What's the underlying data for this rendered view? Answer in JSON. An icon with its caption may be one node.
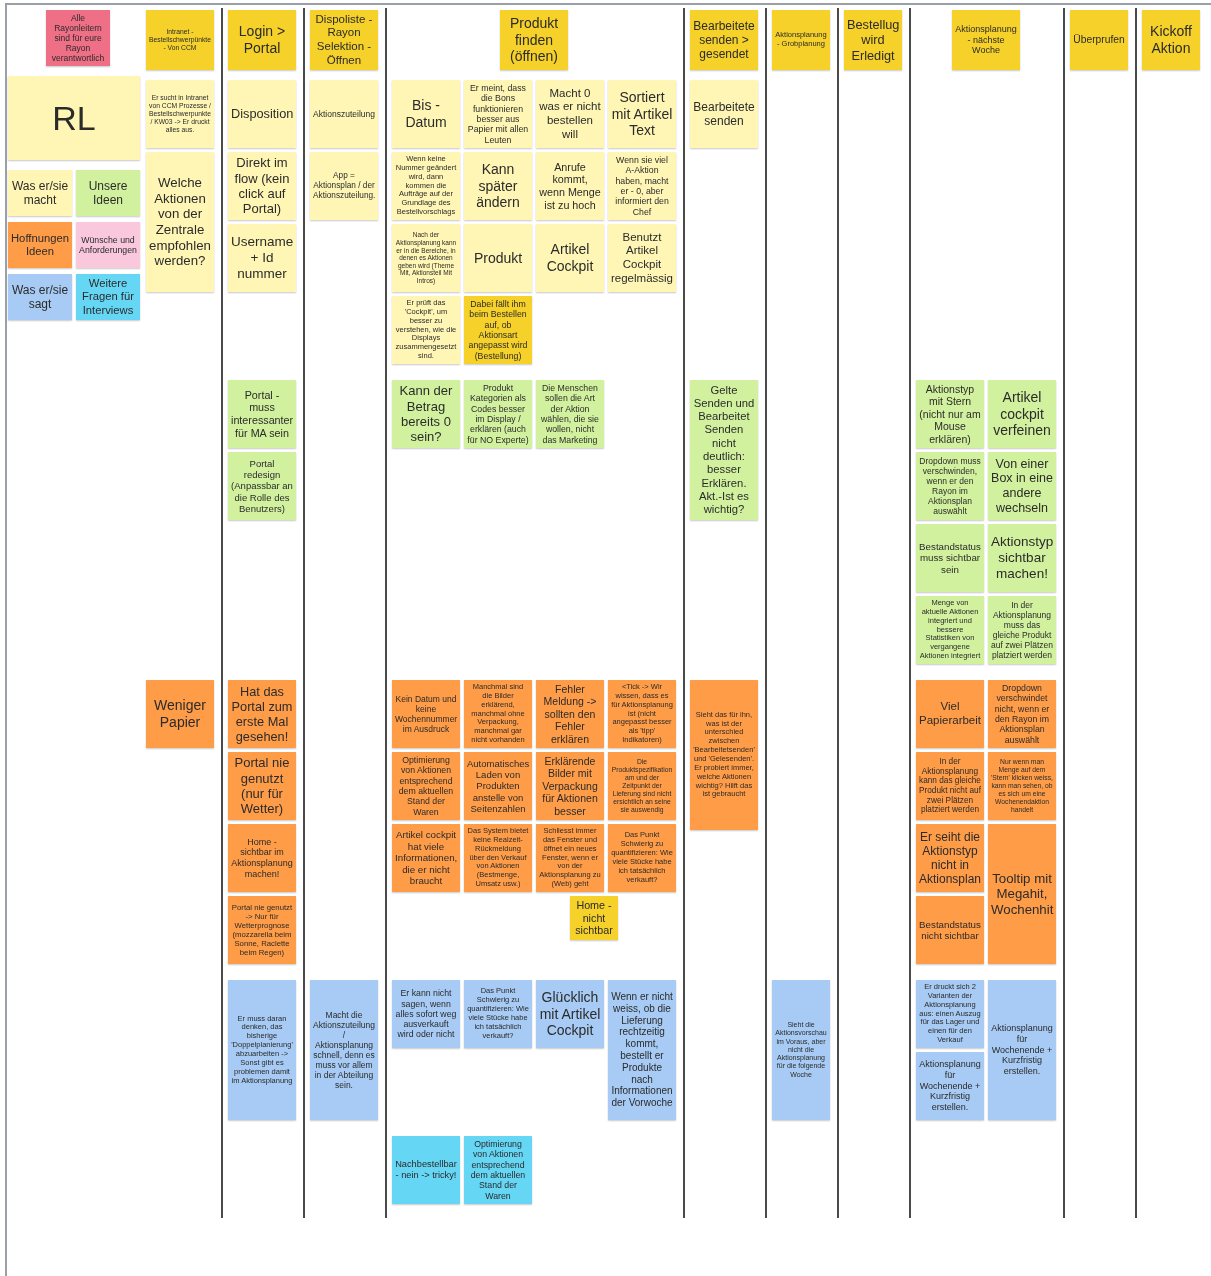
{
  "diagram": {
    "nodes": [
      {
        "text": [
          "Alle Rayonleitern sind für eure Rayon verantwortlich"
        ]
      },
      {
        "text": [
          "RL"
        ]
      },
      {
        "text": [
          "Was er/sie macht"
        ]
      },
      {
        "text": [
          "Unsere Ideen"
        ]
      },
      {
        "text": [
          "Hoffnungen Ideen"
        ]
      },
      {
        "text": [
          "Wünsche und Anforderungen"
        ]
      },
      {
        "text": [
          "Was er/sie sagt"
        ]
      },
      {
        "text": [
          "Weitere Fragen für Interviews"
        ]
      },
      {
        "text": [
          "Intranet - Bestellschwerpünkte - Von CCM"
        ]
      },
      {
        "text": [
          "Er sucht in Intranet von CCM Prozesse / Bestellschwerpunkte / KW03 -> Er druckt alles aus."
        ]
      },
      {
        "text": [
          "Welche Aktionen von der Zentrale empfohlen werden?"
        ]
      },
      {
        "text": [
          "Weniger Papier"
        ]
      },
      {
        "text": [
          "Login > Portal"
        ]
      },
      {
        "text": [
          "Disposition"
        ]
      },
      {
        "text": [
          "Direkt im flow (kein click auf Portal)"
        ]
      },
      {
        "text": [
          "Username + Id nummer"
        ]
      },
      {
        "text": [
          "Portal - muss interessanter für MA sein"
        ]
      },
      {
        "text": [
          "Portal redesign (Anpassbar an die Rolle des Benutzers)"
        ]
      },
      {
        "text": [
          "Hat das Portal zum erste Mal gesehen!"
        ]
      },
      {
        "text": [
          "Portal nie genutzt (nur für Wetter)"
        ]
      },
      {
        "text": [
          "Home - sichtbar im Aktionsplanung machen!"
        ]
      },
      {
        "text": [
          "Portal nie genutzt -> Nur für Wetterprognose (mozzarella beim Sonne, Raclette beim Regen)"
        ]
      },
      {
        "text": [
          "Er muss daran denken, das bisherige 'Doppelplanierung' abzuarbeiten -> Sonst gibt es problemen damit im Aktionsplanung"
        ]
      },
      {
        "text": [
          "Dispoliste - Rayon Selektion - Öffnen"
        ]
      },
      {
        "text": [
          "Aktionszuteilung"
        ]
      },
      {
        "text": [
          "App = Aktionsplan / der Aktionszuteilung."
        ]
      },
      {
        "text": [
          "Macht die Aktionszuteilung / Aktionsplanung schnell, denn es muss vor allem in der Abteilung sein."
        ]
      },
      {
        "text": [
          "Produkt finden (öffnen)"
        ]
      },
      {
        "text": [
          "Bis - Datum"
        ]
      },
      {
        "text": [
          "Er meint, dass die Bons funktionieren besser aus Papier mit allen Leuten"
        ]
      },
      {
        "text": [
          "Macht 0 was er nicht bestellen will"
        ]
      },
      {
        "text": [
          "Sortiert mit Artikel Text"
        ]
      },
      {
        "text": [
          "Wenn keine Nummer geändert wird, dann kommen die Aufträge auf der Grundlage des Bestellvorschlags"
        ]
      },
      {
        "text": [
          "Dabei fällt ihm beim Bestellen auf, ob Aktionsart angepasst wird (Bestellung)"
        ]
      },
      {
        "text": [
          "Kann später ändern"
        ]
      },
      {
        "text": [
          "Anrufe kommt, wenn Menge ist zu hoch"
        ]
      },
      {
        "text": [
          "Wenn sie viel A-Aktion haben, macht er - 0, aber informiert den Chef"
        ]
      },
      {
        "text": [
          "Nach der Aktionsplanung kann er in die Bereiche, in denen es Aktionen geben wird (Theme Mit, Aktionsteil Mit Intros)"
        ]
      },
      {
        "text": [
          "Produkt"
        ]
      },
      {
        "text": [
          "Artikel Cockpit"
        ]
      },
      {
        "text": [
          "Benutzt Artikel Cockpit regelmässig"
        ]
      },
      {
        "text": [
          "Er prüft das 'Cockpit', um besser zu verstehen, wie die Displays zusammengesetzt sind."
        ]
      },
      {
        "text": [
          "Kann der Betrag bereits 0 sein?"
        ]
      },
      {
        "text": [
          "Produkt Kategorien als Codes besser im Display / erklären (auch für NO Experte)"
        ]
      },
      {
        "text": [
          "Die Menschen sollen die Art der Aktion wählen, die sie wollen, nicht das Marketing"
        ]
      },
      {
        "text": [
          "Kein Datum und keine Wochennummer im Ausdruck"
        ]
      },
      {
        "text": [
          "Manchmal sind die Bilder erklärend, manchmal ohne Verpackung, manchmal gar nicht vorhanden"
        ]
      },
      {
        "text": [
          "Fehler Meldung -> sollten den Fehler erklären"
        ]
      },
      {
        "text": [
          "<Tick -> Wir wissen, dass es für Aktionsplanung ist (nicht angepasst besser als 'tipp' Indikatoren)"
        ]
      },
      {
        "text": [
          "Optimierung von Aktionen entsprechend dem aktuellen Stand der Waren"
        ]
      },
      {
        "text": [
          "Automatisches Laden von Produkten anstelle von Seitenzahlen"
        ]
      },
      {
        "text": [
          "Erklärende Bilder mit Verpackung für Aktionen besser"
        ]
      },
      {
        "text": [
          "Die Produktspezifikation am und der Zeitpunkt der Lieferung sind nicht ersichtlich an seine sie auswendig"
        ]
      },
      {
        "text": [
          "Artikel cockpit hat viele Informationen, die er nicht braucht"
        ]
      },
      {
        "text": [
          "Das System bietet keine Realzeit-Rückmeldung über den Verkauf von Aktionen (Bestmenge, Umsatz usw.)"
        ]
      },
      {
        "text": [
          "Schliesst immer das Fenster und öffnet ein neues Fenster, wenn er von der Aktionsplanung zu (Web) geht"
        ]
      },
      {
        "text": [
          "Das Punkt Schwierig zu quantifizieren: Wie viele Stücke habe ich tatsächlich verkauft?"
        ]
      },
      {
        "text": [
          "Home - nicht sichtbar"
        ]
      },
      {
        "text": [
          "Er kann nicht sagen, wenn alles sofort weg ausverkauft wird oder nicht"
        ]
      },
      {
        "text": [
          "Das Punkt Schwierig zu quantifizieren: Wie viele Stücke habe ich tatsächlich verkauft?"
        ]
      },
      {
        "text": [
          "Glücklich mit Artikel Cockpit"
        ]
      },
      {
        "text": [
          "Wenn er nicht weiss, ob die Lieferung rechtzeitig kommt, bestellt er Produkte nach Informationen der Vorwoche"
        ]
      },
      {
        "text": [
          "Nachbestellbar - nein -> tricky!"
        ]
      },
      {
        "text": [
          "Optimierung von Aktionen entsprechend dem aktuellen Stand der Waren"
        ]
      },
      {
        "text": [
          "Bearbeitete senden > gesendet"
        ]
      },
      {
        "text": [
          "Bearbeitete senden"
        ]
      },
      {
        "text": [
          "Gelte Senden und Bearbeitet Senden nicht deutlich: besser Erklären. Akt.-Ist es wichtig?"
        ]
      },
      {
        "text": [
          "Sieht das für ihn, was ist der unterschied zwischen 'Bearbeitetsenden' und 'Gelesenden'. Er probiert immer, welche Aktionen wichtig? Hilft das ist gebraucht"
        ]
      },
      {
        "text": [
          "Aktionsplanung - Grobplanung"
        ]
      },
      {
        "text": [
          "Sieht die Aktionsvorschau im Voraus, aber nicht die Aktionsplanung für die folgende Woche"
        ]
      },
      {
        "text": [
          "Bestellug wird Erledigt"
        ]
      },
      {
        "text": [
          "Aktionsplanung - nächste Woche"
        ]
      },
      {
        "text": [
          "Aktionstyp mit Stern (nicht nur am Mouse erklären)"
        ]
      },
      {
        "text": [
          "Dropdown muss verschwinden, wenn er den Rayon im Aktionsplan auswählt"
        ]
      },
      {
        "text": [
          "Bestandstatus muss sichtbar sein"
        ]
      },
      {
        "text": [
          "Menge von aktuelle Aktionen integriert und bessere Statistiken von vergangene Aktionen integriert"
        ]
      },
      {
        "text": [
          "Artikel cockpit verfeinen"
        ]
      },
      {
        "text": [
          "Von einer Box in eine andere wechseln"
        ]
      },
      {
        "text": [
          "Aktionstyp sichtbar machen!"
        ]
      },
      {
        "text": [
          "In der Aktionsplanung muss das gleiche Produkt auf zwei Plätzen platziert werden"
        ]
      },
      {
        "text": [
          "Viel Papierarbeit"
        ]
      },
      {
        "text": [
          "In der Aktionsplanung kann das gleiche Produkt nicht auf zwei Plätzen platziert werden"
        ]
      },
      {
        "text": [
          "Er seiht die Aktionstyp nicht in Aktionsplan"
        ]
      },
      {
        "text": [
          "Bestandstatus nicht sichtbar"
        ]
      },
      {
        "text": [
          "Dropdown verschwindet nicht, wenn er den Rayon im Aktionsplan auswählt"
        ]
      },
      {
        "text": [
          "Nur wenn man Menge auf dem 'Stern' klicken weiss, kann man sehen, ob es sich um eine Wochenendaktion handelt"
        ]
      },
      {
        "text": [
          "Tooltip mit Megahit, Wochenhit"
        ]
      },
      {
        "text": [
          "Er druckt sich 2 Varianten der Aktionsplanung aus: einen Auszug für das Lager und einen für den Verkauf"
        ]
      },
      {
        "text": [
          "Aktionsplanung für Wochenende + Kurzfristig erstellen."
        ]
      },
      {
        "text": [
          "Aktionsplanung für Wochenende + Kurzfristig erstellen."
        ]
      },
      {
        "text": [
          "Überprufen"
        ]
      },
      {
        "text": [
          "Kickoff Aktion"
        ]
      }
    ]
  }
}
